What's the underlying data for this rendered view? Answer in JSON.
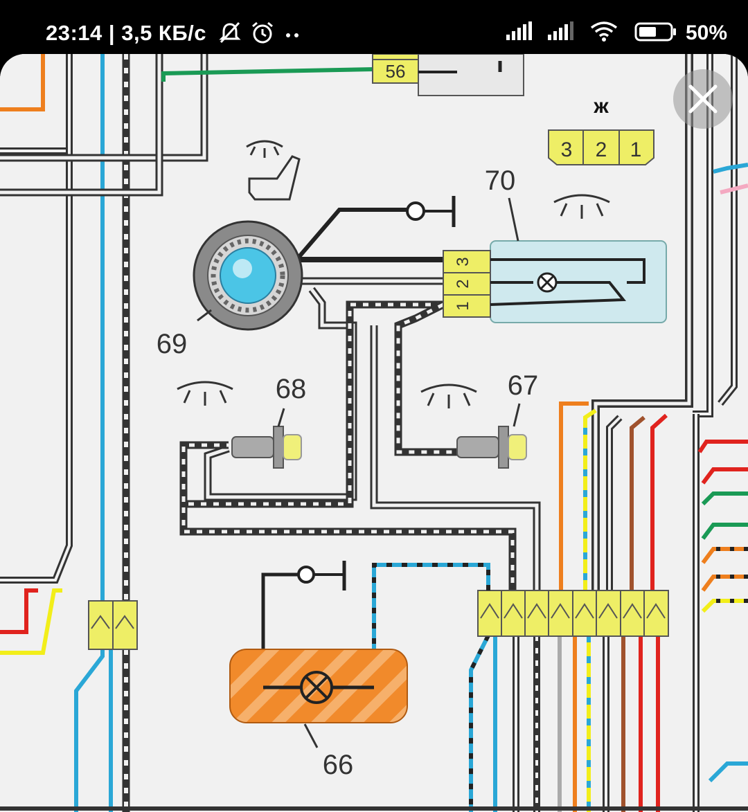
{
  "status_bar": {
    "time": "23:14",
    "network_speed": "3,5 КБ/с",
    "battery_percent": "50%",
    "icons": [
      "notifications-muted-icon",
      "alarm-icon",
      "more-icon",
      "signal-icon",
      "signal-icon-2",
      "wifi-icon",
      "battery-icon"
    ]
  },
  "viewer": {
    "close_icon": "close-icon"
  },
  "diagram": {
    "connector_56_label": "56",
    "connector_zh_title": "ж",
    "connector_zh_pins": [
      "3",
      "2",
      "1"
    ],
    "switch_70_pins": [
      "3",
      "2",
      "1"
    ],
    "callouts": {
      "c70": "70",
      "c69": "69",
      "c68": "68",
      "c67": "67",
      "c66": "66"
    },
    "colors": {
      "background": "#f1f1f1",
      "connector_yellow": "#eeee66",
      "wire_blue": "#2aa7d6",
      "wire_green": "#1a9a55",
      "wire_red": "#e0231e",
      "wire_orange": "#ee7f1e",
      "wire_yellow": "#f2ee1a",
      "wire_brown": "#a0522d",
      "lamp_orange": "#f18a2b"
    }
  }
}
